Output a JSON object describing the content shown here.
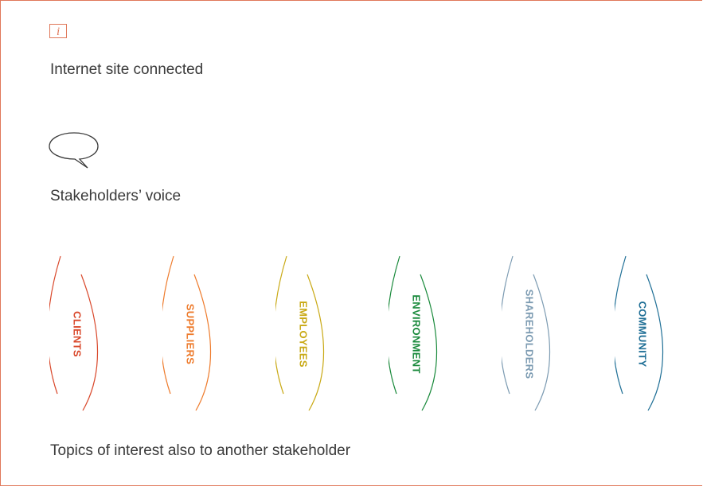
{
  "legend": {
    "info": {
      "icon": "info-icon",
      "label": "Internet site connected"
    },
    "voice": {
      "icon": "speech-bubble-icon",
      "label": "Stakeholders’ voice"
    },
    "topics": {
      "label": "Topics of interest also to another stakeholder"
    }
  },
  "stakeholders": [
    {
      "label": "CLIENTS",
      "color": "#d9482b"
    },
    {
      "label": "SUPPLIERS",
      "color": "#ee7b2c"
    },
    {
      "label": "EMPLOYEES",
      "color": "#c9a915"
    },
    {
      "label": "ENVIRONMENT",
      "color": "#1a8a3c"
    },
    {
      "label": "SHAREHOLDERS",
      "color": "#7c9bb2"
    },
    {
      "label": "COMMUNITY",
      "color": "#1f6f96"
    }
  ],
  "colors": {
    "frame": "#e0785a",
    "text": "#3a3a3a"
  }
}
